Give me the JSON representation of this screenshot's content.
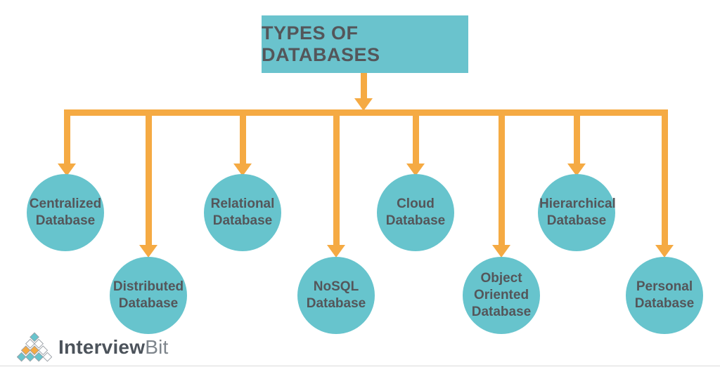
{
  "diagram": {
    "title": "TYPES OF DATABASES",
    "nodes": [
      {
        "id": "centralized-database",
        "lines": [
          "Centralized",
          "Database"
        ]
      },
      {
        "id": "distributed-database",
        "lines": [
          "Distributed",
          "Database"
        ]
      },
      {
        "id": "relational-database",
        "lines": [
          "Relational",
          "Database"
        ]
      },
      {
        "id": "nosql-database",
        "lines": [
          "NoSQL",
          "Database"
        ]
      },
      {
        "id": "cloud-database",
        "lines": [
          "Cloud",
          "Database"
        ]
      },
      {
        "id": "object-oriented-database",
        "lines": [
          "Object",
          "Oriented",
          "Database"
        ]
      },
      {
        "id": "hierarchical-database",
        "lines": [
          "Hierarchical",
          "Database"
        ]
      },
      {
        "id": "personal-database",
        "lines": [
          "Personal",
          "Database"
        ]
      }
    ]
  },
  "logo": {
    "name_bold": "Interview",
    "name_light": "Bit",
    "mark_rows": [
      [
        "teal"
      ],
      [
        "white",
        "white"
      ],
      [
        "orange",
        "orange",
        "white"
      ],
      [
        "teal",
        "teal",
        "teal",
        "white"
      ]
    ]
  },
  "colors": {
    "teal": "#67C4CD",
    "orange": "#F5AA43",
    "white": "#FFFFFF",
    "label_text": "#54565A",
    "logo_stroke": "#9AA0A6",
    "logo_text_dark": "#4C535B",
    "logo_text_light": "#7E858C"
  }
}
